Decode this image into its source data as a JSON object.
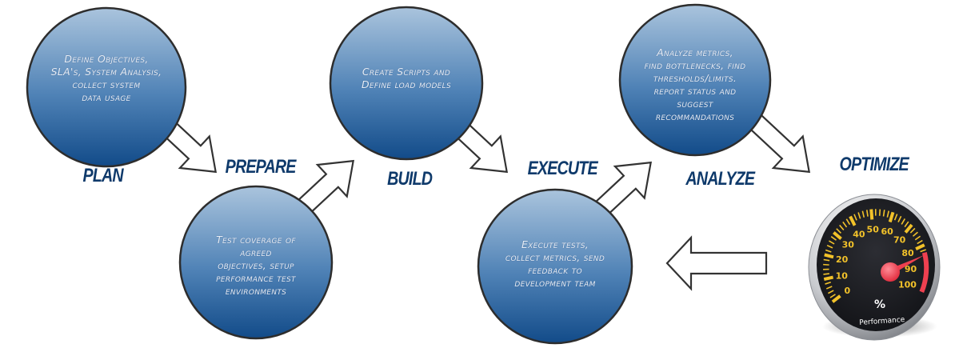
{
  "stages": [
    {
      "id": "plan",
      "label": "PLAN",
      "description": "Define Objectives, SLA's, System Analysis, collect system data usage",
      "lines": [
        "Define Objectives,",
        "SLA's, System Analysis,",
        "collect system",
        "data usage"
      ]
    },
    {
      "id": "prepare",
      "label": "PREPARE",
      "description": "Test coverage of agreed objectives, setup performance test environments",
      "lines": [
        "Test coverage of",
        "agreed",
        "objectives, setup",
        "performance test",
        "environments"
      ]
    },
    {
      "id": "build",
      "label": "BUILD",
      "description": "Create Scripts and Define load models",
      "lines": [
        "Create Scripts and",
        "Define load models"
      ]
    },
    {
      "id": "execute",
      "label": "EXECUTE",
      "description": "Execute tests, collect metrics, send feedback to development team",
      "lines": [
        "Execute tests,",
        "collect metrics, send",
        "feedback to",
        "development team"
      ]
    },
    {
      "id": "analyze",
      "label": "ANALYZE",
      "description": "Analyze metrics, find bottlenecks, find thresholds/limits. report status and suggest recommandations",
      "lines": [
        "Analyze metrics,",
        "find bottlenecks, find",
        "thresholds/limits.",
        "report status and",
        "suggest",
        "recommandations"
      ]
    },
    {
      "id": "optimize",
      "label": "OPTIMIZE"
    }
  ],
  "gauge": {
    "ticks": [
      "0",
      "10",
      "20",
      "30",
      "40",
      "50",
      "60",
      "70",
      "80",
      "90",
      "100"
    ],
    "unit": "%",
    "caption": "Performance",
    "value": 84,
    "min": 0,
    "max": 100,
    "redzone_start": 83
  },
  "colors": {
    "circle_top": "#a9c3dc",
    "circle_bottom": "#134e8c",
    "label": "#0f3a6b",
    "gauge_face": "#1e1f24",
    "gauge_tick": "#f2c22a",
    "gauge_red": "#ef4050"
  }
}
